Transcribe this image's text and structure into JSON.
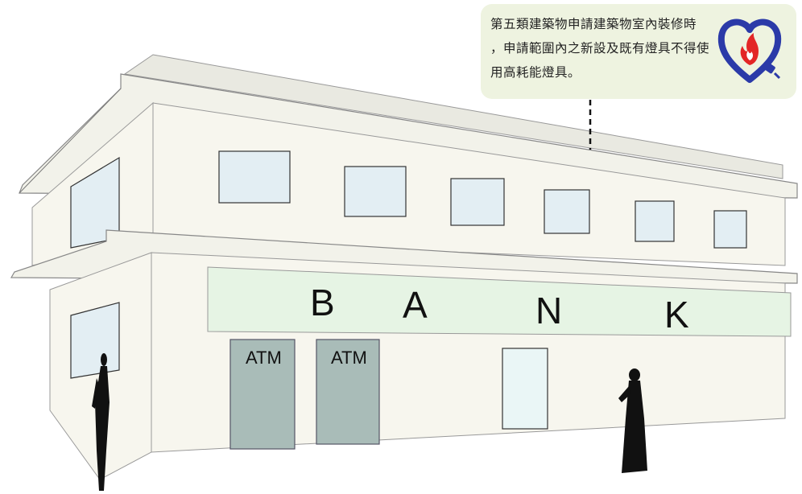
{
  "callout": {
    "lines": [
      "第五類建築物申請建築物室內裝修時",
      "，申請範圍內之新設及既有燈具不得使",
      "用高耗能燈具。"
    ]
  },
  "logo": {
    "icon": "heart-flame-plug-icon",
    "heart_color": "#2b3aa8",
    "flame_color": "#e32626"
  },
  "sign": {
    "letters": [
      "B",
      "A",
      "N",
      "K"
    ]
  },
  "atms": [
    {
      "label": "ATM"
    },
    {
      "label": "ATM"
    }
  ],
  "colors": {
    "wall": "#f7f6ee",
    "sign_board": "#e6f4e4",
    "window": "#e3eef3",
    "atm": "#a9bcb8",
    "callout_bg": "#eef3e0"
  }
}
